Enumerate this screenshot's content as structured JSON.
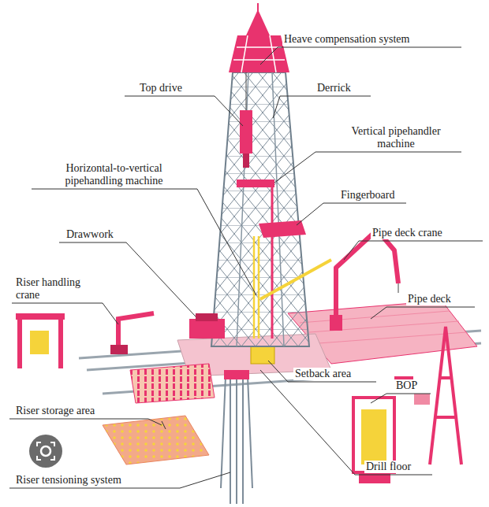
{
  "diagram": {
    "labels": [
      "Heave compensation system",
      "Top drive",
      "Derrick",
      "Vertical pipehandler machine",
      "Horizontal-to-vertical pipehandling machine",
      "Fingerboard",
      "Drawwork",
      "Pipe deck crane",
      "Riser handling crane",
      "Pipe deck",
      "Setback area",
      "BOP",
      "Riser storage area",
      "Drill floor",
      "Riser tensioning system"
    ]
  }
}
